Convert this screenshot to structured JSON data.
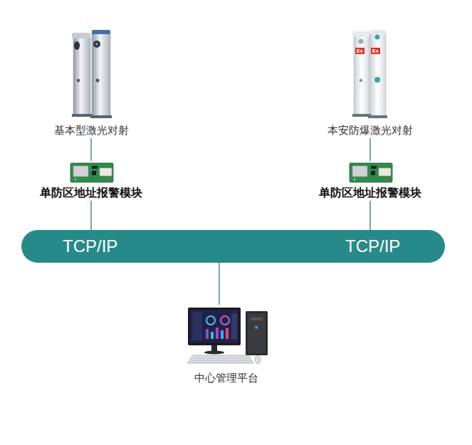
{
  "diagram": {
    "nodes": [
      {
        "text": [
          "基本型激光对射"
        ]
      },
      {
        "text": [
          "本安防爆激光对射"
        ]
      },
      {
        "text": [
          "单防区地址报警模块"
        ]
      },
      {
        "text": [
          "单防区地址报警模块"
        ]
      },
      {
        "text": [
          "TCP/IP",
          "TCP/IP"
        ]
      },
      {
        "text": [
          "中心管理平台"
        ]
      }
    ],
    "edges": [
      {
        "from": 0,
        "to": 2,
        "arrow": "none"
      },
      {
        "from": 1,
        "to": 3,
        "arrow": "none"
      },
      {
        "from": 2,
        "to": 4,
        "arrow": "none"
      },
      {
        "from": 3,
        "to": 4,
        "arrow": "none"
      },
      {
        "from": 4,
        "to": 5,
        "arrow": "none"
      }
    ],
    "labels": [
      "Ex",
      "Ex"
    ]
  }
}
